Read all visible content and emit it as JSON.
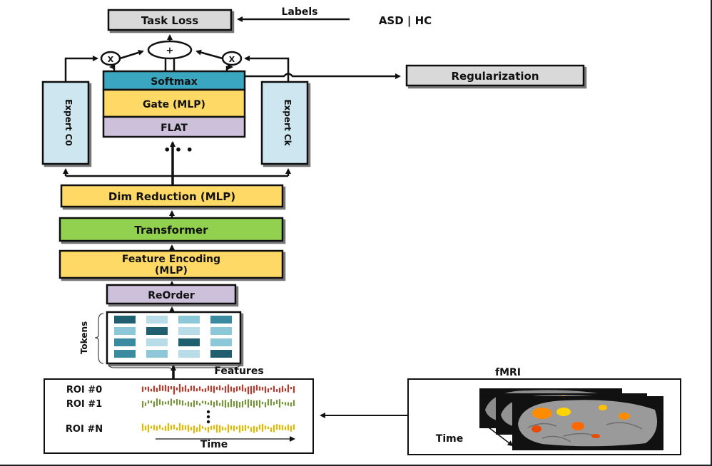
{
  "top": {
    "task_loss": "Task Loss",
    "labels": "Labels",
    "classes": "ASD  |  HC",
    "sum_symbol": "+",
    "mult_symbol": "X",
    "regularization": "Regularization"
  },
  "gate": {
    "softmax": "Softmax",
    "gate_mlp": "Gate (MLP)",
    "flat": "FLAT",
    "ellipsis": "• • •"
  },
  "experts": {
    "left": "Expert C0",
    "right": "Expert Ck"
  },
  "pipeline": {
    "dim_reduction": "Dim Reduction (MLP)",
    "transformer": "Transformer",
    "feature_encoding_1": "Feature Encoding",
    "feature_encoding_2": "(MLP)",
    "reorder": "ReOrder"
  },
  "tokens": {
    "tokens_label": "Tokens",
    "features_label": "Features"
  },
  "roi": {
    "rows": [
      "ROI #0",
      "ROI #1",
      "ROI #N"
    ],
    "time_label": "Time"
  },
  "fmri": {
    "title": "fMRI",
    "time_label": "Time"
  },
  "colors": {
    "softmax": "#3aa6c0",
    "mlp_yellow": "#ffd966",
    "flat": "#ccc0da",
    "transformer": "#92d050",
    "reorder": "#ccc0da",
    "expert": "#cde6ef",
    "task_loss": "#d9d9d9",
    "roi0": "#c0392b",
    "roi1": "#77933c",
    "roiN": "#e6b800"
  }
}
